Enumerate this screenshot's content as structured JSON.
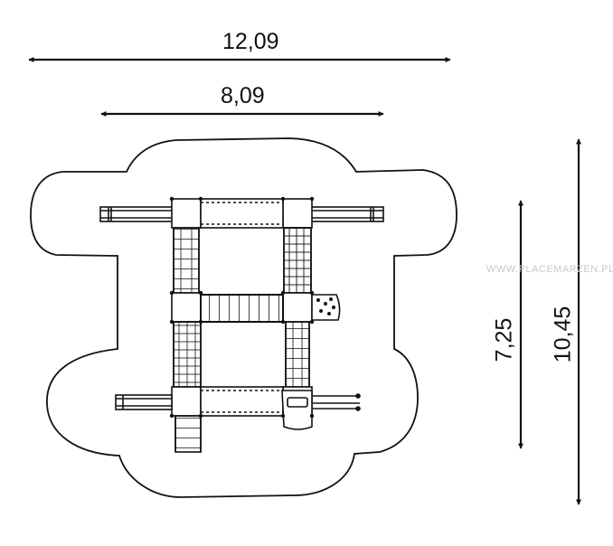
{
  "dimensions": {
    "overall_width": "12,09",
    "structure_width": "8,09",
    "structure_length": "7,25",
    "overall_length": "10,45"
  },
  "watermark": "WWW.PLACEMARZEN.PL",
  "colors": {
    "line": "#111111",
    "watermark": "#c9c9c9"
  }
}
